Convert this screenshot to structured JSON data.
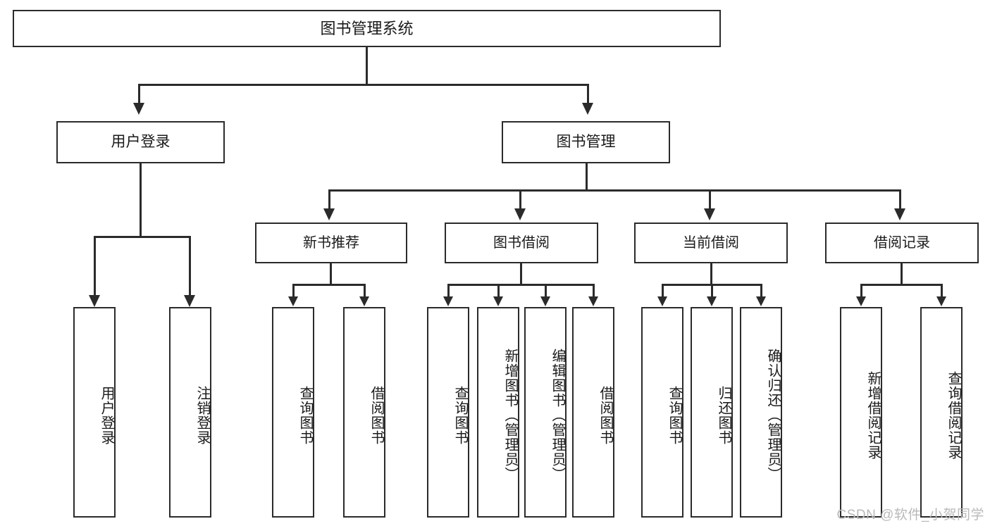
{
  "diagram": {
    "type": "tree-hierarchy",
    "title": "图书管理系统",
    "watermark": "CSDN @软件_小贺同学",
    "colors": {
      "stroke": "#2b2b2b",
      "fill": "#ffffff",
      "text": "#1a1a1a",
      "watermark": "#b9b9b9"
    },
    "root": {
      "label": "图书管理系统"
    },
    "level1": [
      {
        "label": "用户登录"
      },
      {
        "label": "图书管理"
      }
    ],
    "level2": [
      {
        "label": "新书推荐"
      },
      {
        "label": "图书借阅"
      },
      {
        "label": "当前借阅"
      },
      {
        "label": "借阅记录"
      }
    ],
    "leaves": {
      "user_login": [
        {
          "label": "用户登录"
        },
        {
          "label": "注销登录"
        }
      ],
      "new_book_recommend": [
        {
          "label": "查询图书"
        },
        {
          "label": "借阅图书"
        }
      ],
      "book_borrow": [
        {
          "label": "查询图书"
        },
        {
          "label": "新增图书（管理员）"
        },
        {
          "label": "编辑图书（管理员）"
        },
        {
          "label": "借阅图书"
        }
      ],
      "current_borrow": [
        {
          "label": "查询图书"
        },
        {
          "label": "归还图书"
        },
        {
          "label": "确认归还（管理员）"
        }
      ],
      "borrow_record": [
        {
          "label": "新增借阅记录"
        },
        {
          "label": "查询借阅记录"
        }
      ]
    }
  }
}
